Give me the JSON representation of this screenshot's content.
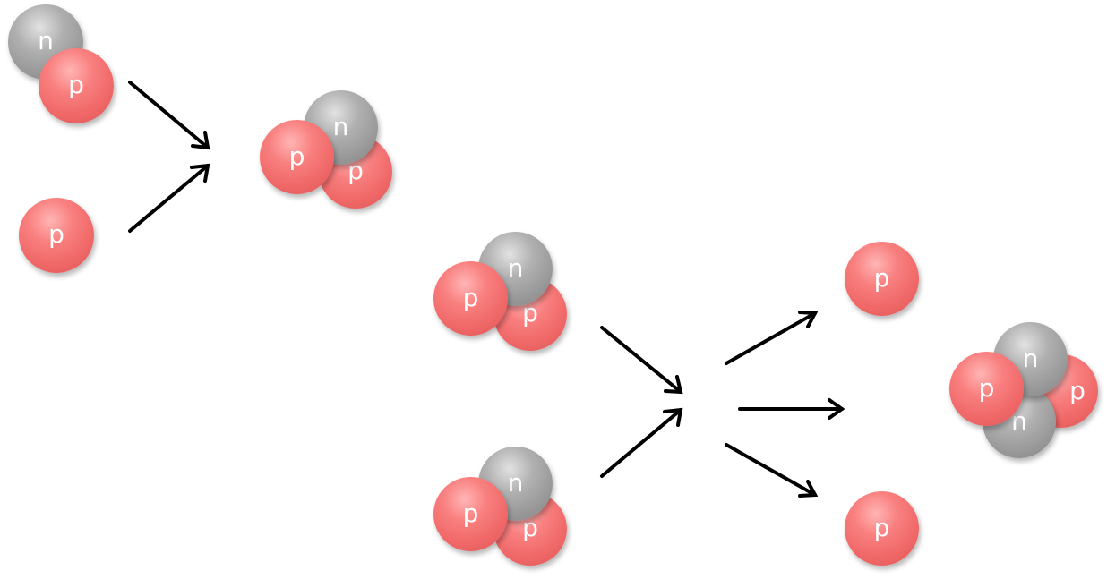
{
  "labels": {
    "proton": "p",
    "neutron": "n"
  },
  "colors": {
    "proton": "#f57474",
    "neutron": "#a0a0a0",
    "arrow": "#000000",
    "background": "#ffffff"
  },
  "steps": [
    {
      "reactants": [
        "deuterium (n + p)",
        "proton (p)"
      ],
      "products": [
        "helium-3 (n + p + p)"
      ]
    },
    {
      "reactants": [
        "helium-3 (n + p + p)",
        "helium-3 (n + p + p)"
      ],
      "products": [
        "proton (p)",
        "helium-4 (n + n + p + p)",
        "proton (p)"
      ]
    }
  ]
}
